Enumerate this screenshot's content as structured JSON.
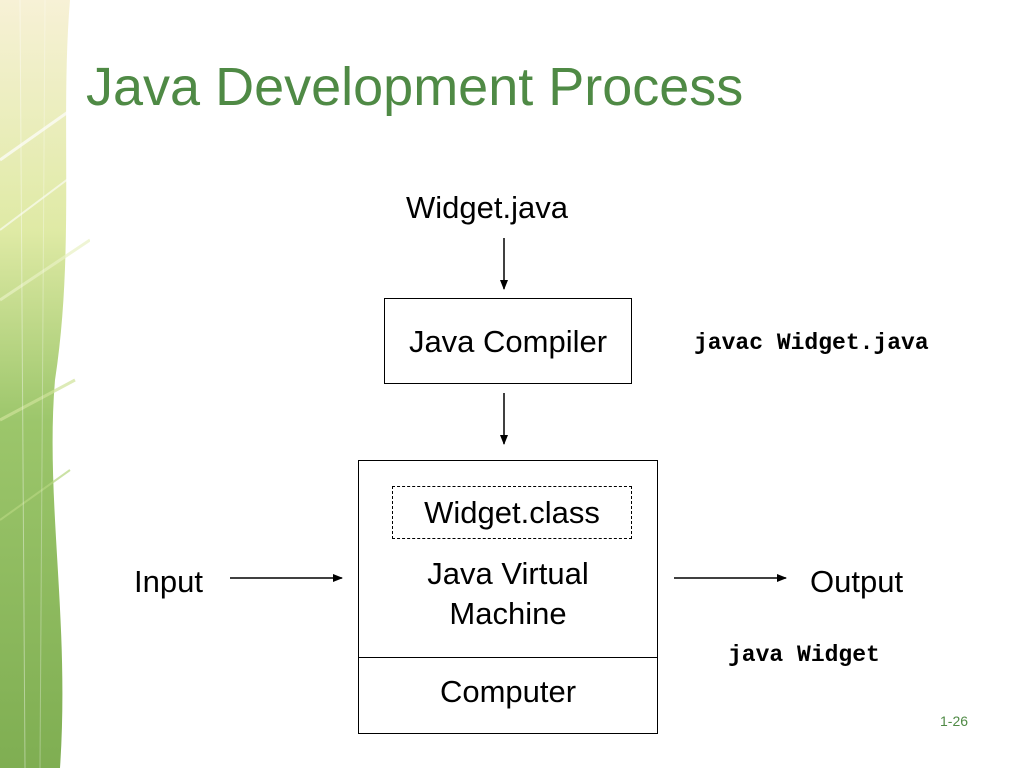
{
  "colors": {
    "title": "#4f8a45",
    "page_number": "#4f8a45",
    "decor_green": "#9cc66b",
    "decor_light": "#f3f5d8",
    "decor_dark": "#6e9f45"
  },
  "slide": {
    "title": "Java Development Process",
    "page_number": "1-26"
  },
  "diagram": {
    "source_file": "Widget.java",
    "compiler_box": "Java Compiler",
    "compile_command": "javac Widget.java",
    "class_file": "Widget.class",
    "jvm_line1": "Java Virtual",
    "jvm_line2": "Machine",
    "computer_box": "Computer",
    "input_label": "Input",
    "output_label": "Output",
    "run_command": "java Widget"
  }
}
